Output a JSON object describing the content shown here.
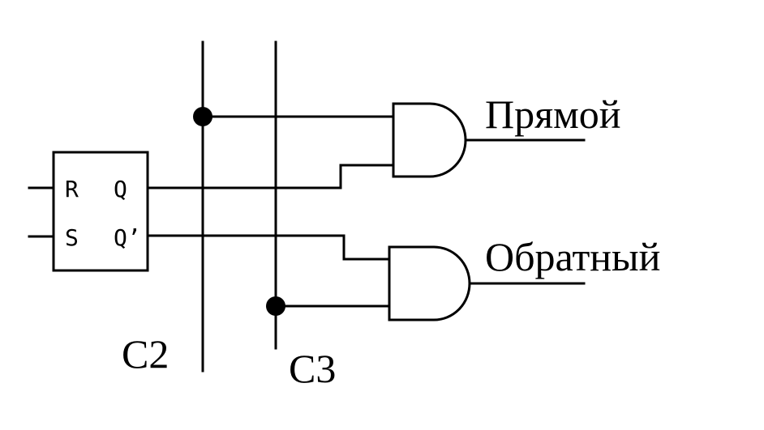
{
  "flipflop": {
    "pin_r": "R",
    "pin_s": "S",
    "pin_q": "Q",
    "pin_q_bar": "Q’"
  },
  "outputs": {
    "direct": "Прямой",
    "inverse": "Обратный"
  },
  "clock_lines": {
    "c2": "C2",
    "c3": "C3"
  }
}
